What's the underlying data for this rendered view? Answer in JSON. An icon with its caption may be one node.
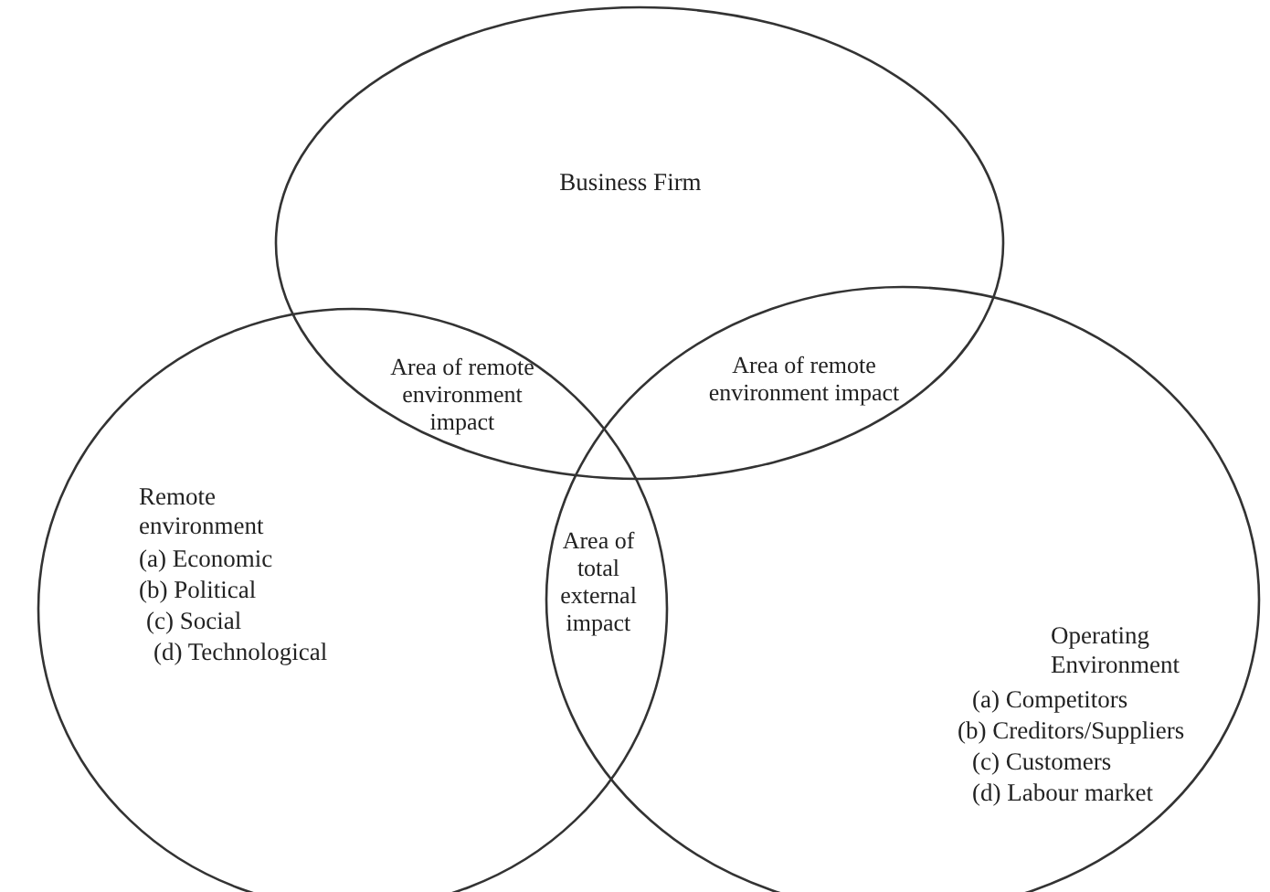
{
  "diagram": {
    "nodes": [
      {
        "text": [
          "Business Firm"
        ]
      },
      {
        "text": [
          "Remote environment",
          "(a) Economic",
          "(b) Political",
          "(c) Social",
          "(d) Technological"
        ]
      },
      {
        "text": [
          "Operating Environment",
          "(a) Competitors",
          "(b) Creditors/Suppliers",
          "(c) Customers",
          "(d) Labour market"
        ]
      }
    ],
    "edges": [],
    "labels": [
      "Area of remote environment impact",
      "Area of remote environment impact",
      "Area of total external impact"
    ]
  }
}
